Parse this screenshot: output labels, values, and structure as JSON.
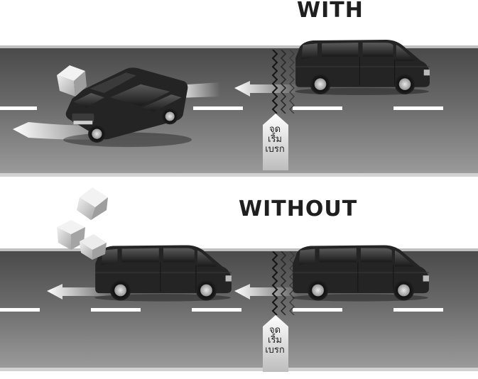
{
  "scenarios": [
    {
      "id": "with",
      "title": "WITH"
    },
    {
      "id": "without",
      "title": "WITHOUT"
    }
  ],
  "brake_point_label": [
    "จุด",
    "เริ่ม",
    "เบรก"
  ],
  "colors": {
    "road": "#5a5a5a",
    "road_edge": "#c8c8c8",
    "lane_marking": "#ffffff",
    "van_body": "#232323",
    "cargo_box": "#d6d6d6"
  },
  "icons": [
    "van",
    "cargo-box",
    "motion-arrow",
    "skid-marks",
    "brake-point-marker"
  ]
}
